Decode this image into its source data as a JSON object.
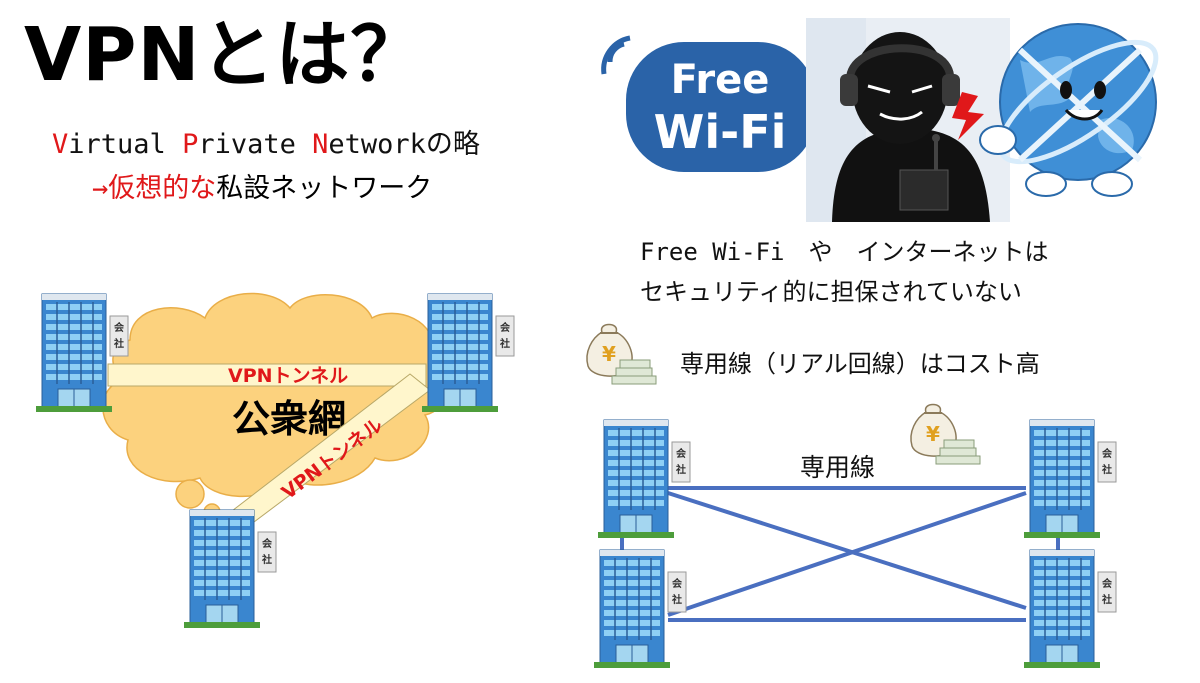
{
  "title": "VPNとは？",
  "subtitle": {
    "en_v": "V",
    "en_irtual": "irtual ",
    "en_p": "P",
    "en_rivate": "rivate ",
    "en_n": "N",
    "en_etwork": "etworkの略",
    "jp_red": "→仮想的な",
    "jp_black": "私設ネットワーク"
  },
  "vpn_diagram": {
    "cloud_label": "公衆網",
    "tunnel_1": "VPNトンネル",
    "tunnel_2": "VPNトンネル",
    "building_sign": "会\n社"
  },
  "wifi": {
    "sign_top": "Free",
    "sign_bottom": "Wi-Fi",
    "caption_line1": "Free Wi-Fi　や　インターネットは",
    "caption_line2": "セキュリティ的に担保されていない"
  },
  "leased": {
    "caption": "専用線（リアル回線）はコスト高",
    "line_label": "専用線",
    "yen_symbol": "¥"
  },
  "colors": {
    "accent_red": "#e0181a",
    "cloud": "#fcd27e",
    "building_blue": "#2e7cc7",
    "line_blue": "#4a6fc0",
    "wifi_blue": "#2a63a8",
    "globe_blue": "#3f8fd6"
  }
}
